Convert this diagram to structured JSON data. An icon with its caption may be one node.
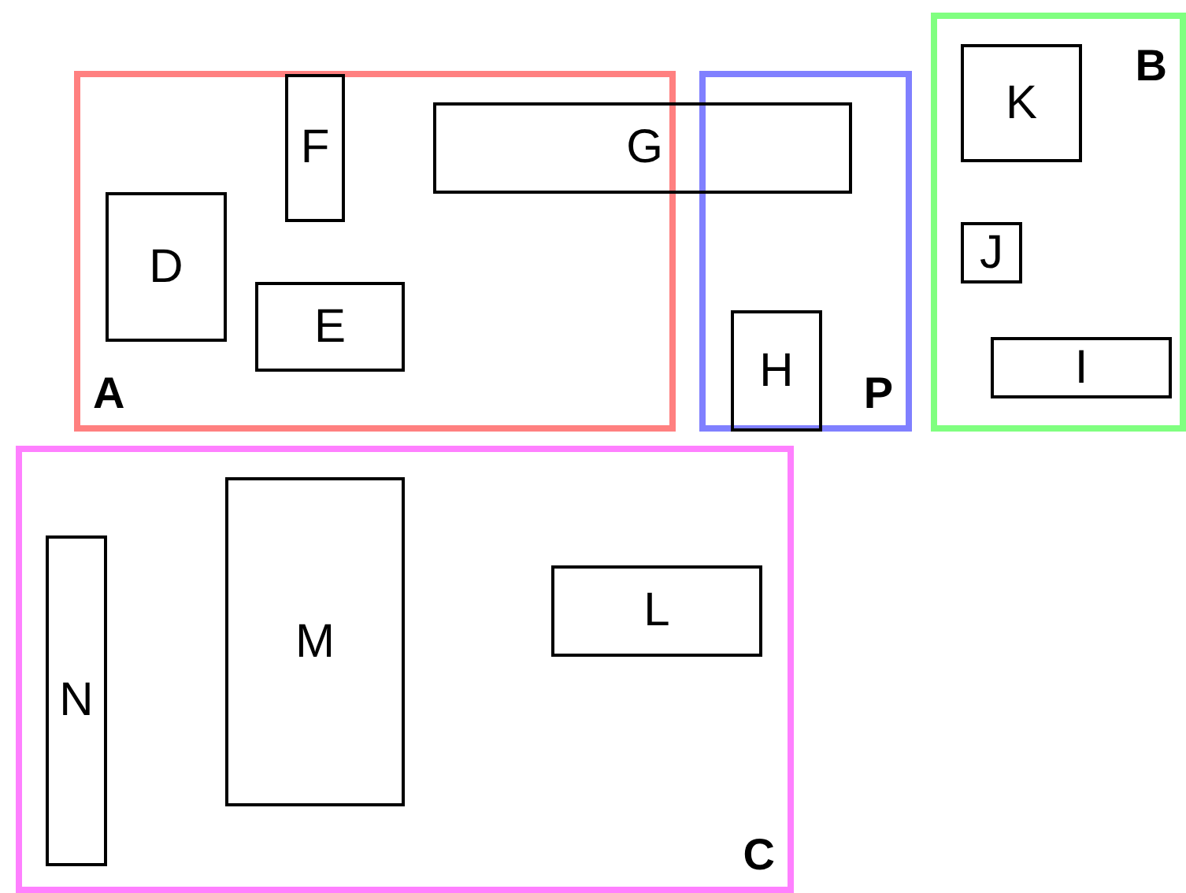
{
  "diagram": {
    "nodes": [
      {
        "text": [
          "A"
        ]
      },
      {
        "text": [
          "F"
        ],
        "in": 0
      },
      {
        "text": [
          "G"
        ]
      },
      {
        "text": [
          "D"
        ],
        "in": 0
      },
      {
        "text": [
          "E"
        ],
        "in": 0
      },
      {
        "text": [
          "P"
        ]
      },
      {
        "text": [
          "H"
        ],
        "in": 5
      },
      {
        "text": [
          "B"
        ]
      },
      {
        "text": [
          "K"
        ],
        "in": 7
      },
      {
        "text": [
          "J"
        ],
        "in": 7
      },
      {
        "text": [
          "I"
        ],
        "in": 7
      },
      {
        "text": [
          "C"
        ]
      },
      {
        "text": [
          "N"
        ],
        "in": 11
      },
      {
        "text": [
          "M"
        ],
        "in": 11
      },
      {
        "text": [
          "L"
        ],
        "in": 11
      }
    ]
  }
}
